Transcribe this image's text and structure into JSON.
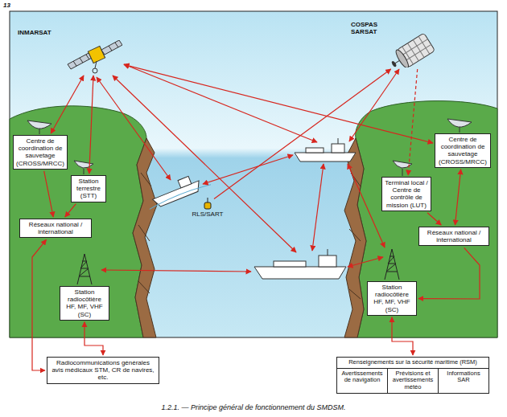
{
  "diagram": {
    "caption": "1.2.1. — Principe général de fonctionnement du SMDSM.",
    "nodes": [
      {
        "text": [
          "INMARSAT"
        ]
      },
      {
        "text": [
          "COSPAS SARSAT"
        ]
      },
      {
        "text": [
          "Centre de coordination de sauvetage (CROSS/MRCC)"
        ]
      },
      {
        "text": [
          "Station terrestre (STT)"
        ]
      },
      {
        "text": [
          "Réseaux national / international"
        ]
      },
      {
        "text": [
          "RLS/SART"
        ]
      },
      {
        "text": [
          "Centre de coordination de sauvetage (CROSS/MRCC)"
        ]
      },
      {
        "text": [
          "Terminal local / Centre de contrôle de mission (LUT)"
        ]
      },
      {
        "text": [
          "Réseaux national / international"
        ]
      },
      {
        "text": [
          "Station radiocôtière HF, MF, VHF (SC)"
        ]
      },
      {
        "text": [
          "Station radiocôtière HF, MF, VHF (SC)"
        ]
      },
      {
        "text": [
          "Radiocommunications générales avis médicaux STM, CR de navires, etc."
        ]
      },
      {
        "text": [
          "Renseignements sur la sécurité maritime (RSM)"
        ]
      },
      {
        "text": [
          "Avertissements de navigation"
        ],
        "in": 12
      },
      {
        "text": [
          "Prévisions et avertissements météo"
        ],
        "in": 12
      },
      {
        "text": [
          "Informations SAR"
        ],
        "in": 12
      }
    ],
    "edges": [
      {
        "from": 0,
        "to": 2,
        "arrow": "both"
      },
      {
        "from": 0,
        "to": 3,
        "arrow": "both"
      },
      {
        "from": 0,
        "to": 6,
        "arrow": "both"
      },
      {
        "from": 1,
        "to": 7,
        "arrow": "to"
      },
      {
        "from": 5,
        "to": 1,
        "arrow": "to"
      },
      {
        "from": 2,
        "to": 4,
        "arrow": "to"
      },
      {
        "from": 3,
        "to": 4,
        "arrow": "to"
      },
      {
        "from": 7,
        "to": 8,
        "arrow": "to"
      },
      {
        "from": 6,
        "to": 8,
        "arrow": "both"
      },
      {
        "from": 8,
        "to": 10,
        "arrow": "to"
      },
      {
        "from": 4,
        "to": 11,
        "arrow": "both"
      },
      {
        "from": 9,
        "to": 11,
        "arrow": "both"
      },
      {
        "from": 10,
        "to": 12,
        "arrow": "both"
      }
    ],
    "labels": [
      "13"
    ]
  }
}
